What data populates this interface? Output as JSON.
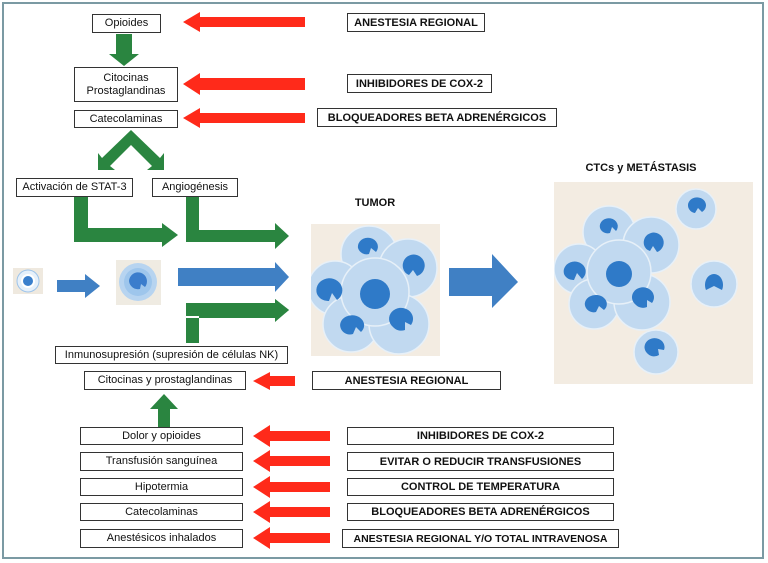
{
  "top_chain": {
    "opioides": "Opioides",
    "citocinas": "Citocinas\nProstaglandinas",
    "catecolaminas": "Catecolaminas",
    "stat3": "Activación de STAT-3",
    "angiogenesis": "Angiogénesis"
  },
  "top_interventions": [
    "ANESTESIA REGIONAL",
    "INHIBIDORES DE COX-2",
    "BLOQUEADORES BETA ADRENÉRGICOS"
  ],
  "center": {
    "tumor_label": "TUMOR",
    "metastasis_label": "CTCs y METÁSTASIS",
    "inmunosupresion": "Inmunosupresión (supresión de células NK)",
    "citocinas_prostaglandinas": "Citocinas y prostaglandinas",
    "anestesia_regional": "ANESTESIA REGIONAL"
  },
  "bottom_factors": [
    {
      "factor": "Dolor y opioides",
      "intervention": "INHIBIDORES DE COX-2"
    },
    {
      "factor": "Transfusión sanguínea",
      "intervention": "EVITAR O REDUCIR TRANSFUSIONES"
    },
    {
      "factor": "Hipotermia",
      "intervention": "CONTROL DE TEMPERATURA"
    },
    {
      "factor": "Catecolaminas",
      "intervention": "BLOQUEADORES BETA ADRENÉRGICOS"
    },
    {
      "factor": "Anestésicos inhalados",
      "intervention": "ANESTESIA REGIONAL Y/O TOTAL INTRAVENOSA"
    }
  ],
  "colors": {
    "green_arrow": "#2a8540",
    "red_arrow": "#ff2a1a",
    "blue_arrow": "#4080c4",
    "frame": "#7b9aa3"
  }
}
